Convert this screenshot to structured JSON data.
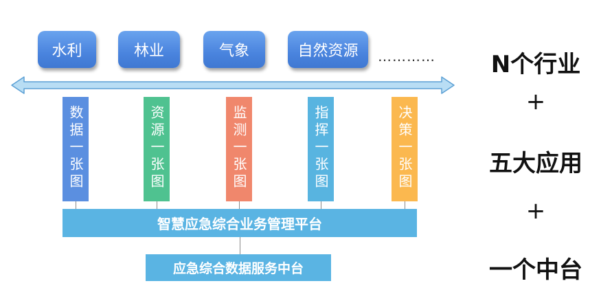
{
  "industries": [
    "水利",
    "林业",
    "气象",
    "自然资源"
  ],
  "ellipsis": "…………",
  "apps": [
    {
      "label": "数据一张图",
      "color": "#5b8fe0"
    },
    {
      "label": "资源一张图",
      "color": "#4fc290"
    },
    {
      "label": "监测一张图",
      "color": "#f0876c"
    },
    {
      "label": "指挥一张图",
      "color": "#58b4e0"
    },
    {
      "label": "决策一张图",
      "color": "#fbb84f"
    }
  ],
  "platform": "智慧应急综合业务管理平台",
  "middle_platform": "应急综合数据服务中台",
  "right": {
    "line1": "N个行业",
    "plus1": "+",
    "line2": "五大应用",
    "plus2": "+",
    "line3": "一个中台"
  },
  "colors": {
    "industry_box": "#4a84de",
    "arrow": "#a8d4f0",
    "platform": "#5ab4e3"
  }
}
